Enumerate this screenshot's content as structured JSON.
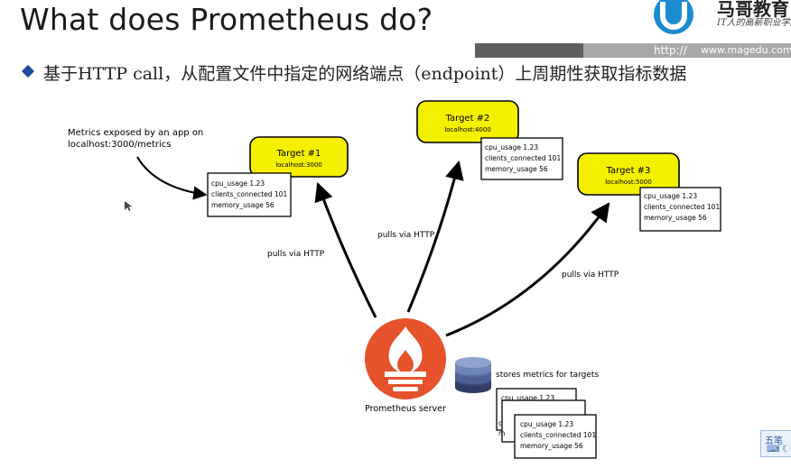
{
  "header": {
    "title": "What does Prometheus do?",
    "logo_cn": "马哥教育",
    "logo_slogan": "IT人的高薪职业学院",
    "url_http": "http://",
    "url_site": "www.magedu.com"
  },
  "subtitle": "基于HTTP call，从配置文件中指定的网络端点（endpoint）上周期性获取指标数据",
  "diagram": {
    "app_note": [
      "Metrics exposed by an app on",
      "localhost:3000/metrics"
    ],
    "targets": [
      {
        "name": "Target #1",
        "host": "localhost:3000",
        "metrics": [
          "cpu_usage 1.23",
          "clients_connected 101",
          "memory_usage 56"
        ],
        "edge_label": "pulls via HTTP"
      },
      {
        "name": "Target #2",
        "host": "localhost:4000",
        "metrics": [
          "cpu_usage 1.23",
          "clients_connected 101",
          "memory_usage 56"
        ],
        "edge_label": "pulls via HTTP"
      },
      {
        "name": "Target #3",
        "host": "localhost:5000",
        "metrics": [
          "cpu_usage 1.23",
          "clients_connected 101",
          "memory_usage 56"
        ],
        "edge_label": "pulls via HTTP"
      }
    ],
    "server_label": "Prometheus server",
    "storage_label": "stores metrics for targets",
    "stored_metrics": [
      "cpu_usage 1.23",
      "clients_connected 101",
      "memory_usage 56"
    ],
    "stored_back_fragments": [
      "cpu_usage 1.23",
      "c",
      "m"
    ]
  },
  "ime": {
    "label": "五笔",
    "icons": "⌨ ☾"
  },
  "colors": {
    "target_fill": "#f5ef00",
    "prometheus_orange": "#e6522c",
    "db_top": "#6f85b8",
    "db_mid": "#4d6196",
    "db_bottom": "#2f3c63",
    "bullet": "#1f4e9a"
  }
}
